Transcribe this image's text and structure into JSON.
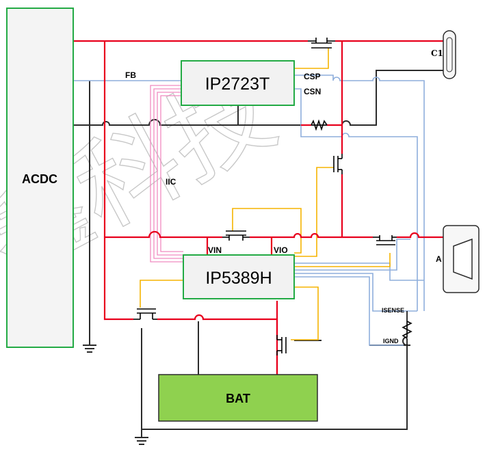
{
  "watermark": "鑫科技",
  "blocks": {
    "acdc": "ACDC",
    "ip2723t": "IP2723T",
    "ip5389h": "IP5389H",
    "bat": "BAT"
  },
  "labels": {
    "fb": "FB",
    "csp": "CSP",
    "csn": "CSN",
    "iic": "IIC",
    "vin": "VIN",
    "vio": "VIO",
    "isense": "ISENSE",
    "ignd": "IGND"
  },
  "ports": {
    "c1": "C1",
    "a": "A"
  },
  "colors": {
    "power": "#e8001c",
    "control": "#f5b400",
    "sense": "#8eaedc",
    "iic": "#f08ac0",
    "ground": "#2b2b2b",
    "chip_border": "#22aa44",
    "battery_fill": "#8fd14f"
  }
}
